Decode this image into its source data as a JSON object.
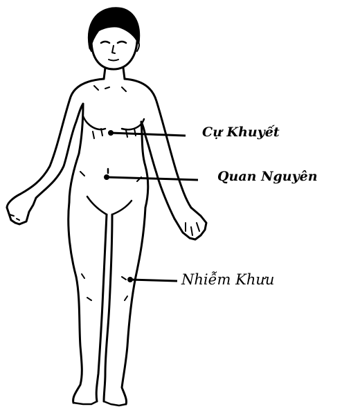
{
  "diagram": {
    "labels": [
      {
        "id": "cu-khuyet",
        "text": "Cự Khuyết"
      },
      {
        "id": "quan-nguyen",
        "text": "Quan Nguyên"
      },
      {
        "id": "nhiem-khuu",
        "text": "Nhiễm Khưu"
      }
    ],
    "colors": {
      "ink": "#000000",
      "background": "#ffffff"
    }
  }
}
